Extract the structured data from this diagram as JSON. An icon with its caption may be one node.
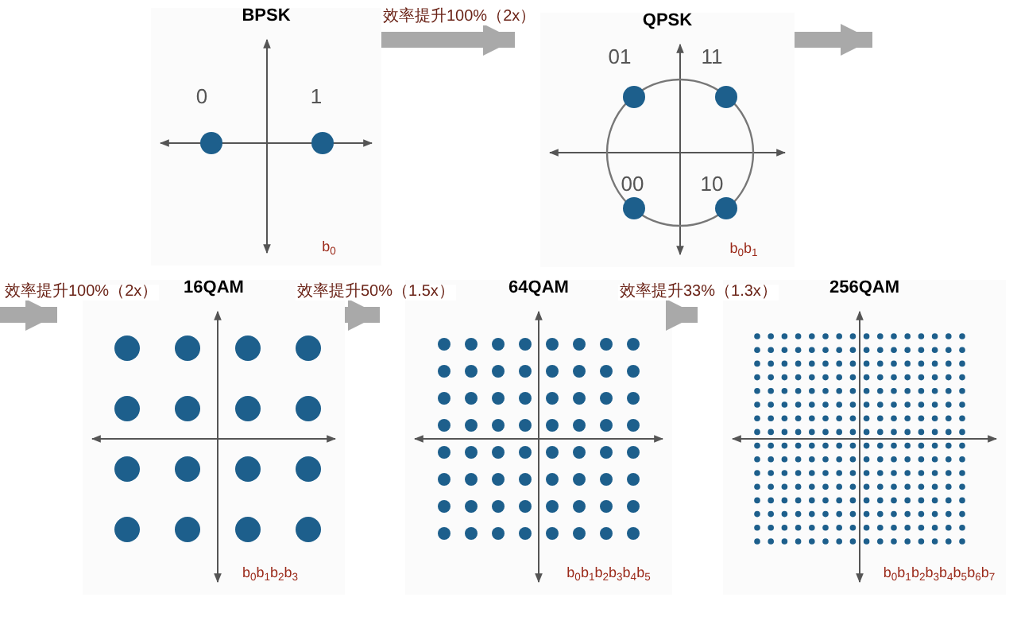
{
  "diagram": {
    "nodes": [
      {
        "text": [
          "BPSK",
          "0",
          "1",
          "b$_{0}$"
        ]
      },
      {
        "text": [
          "QPSK",
          "01",
          "11",
          "00",
          "10",
          "b$_{0}$b$_{1}$"
        ]
      },
      {
        "text": [
          "16QAM",
          "b$_{0}$b$_{1}$b$_{2}$b$_{3}$"
        ]
      },
      {
        "text": [
          "64QAM",
          "b$_{0}$b$_{1}$b$_{2}$b$_{3}$b$_{4}$b$_{5}$"
        ]
      },
      {
        "text": [
          "256QAM",
          "b$_{0}$b$_{1}$b$_{2}$b$_{3}$b$_{4}$b$_{5}$b$_{6}$b$_{7}$"
        ]
      }
    ],
    "edges": [
      {
        "from": 0,
        "to": 1,
        "arrow": "to",
        "label": "效率提升100%（2x）"
      },
      {
        "from": 1,
        "to": null,
        "arrow": "to"
      },
      {
        "from": null,
        "to": 2,
        "arrow": "to",
        "label": "效率提升100%（2x）"
      },
      {
        "from": 2,
        "to": 3,
        "arrow": "to",
        "label": "效率提升50%（1.5x）"
      },
      {
        "from": 3,
        "to": 4,
        "arrow": "to",
        "label": "效率提升33%（1.3x）"
      }
    ]
  }
}
